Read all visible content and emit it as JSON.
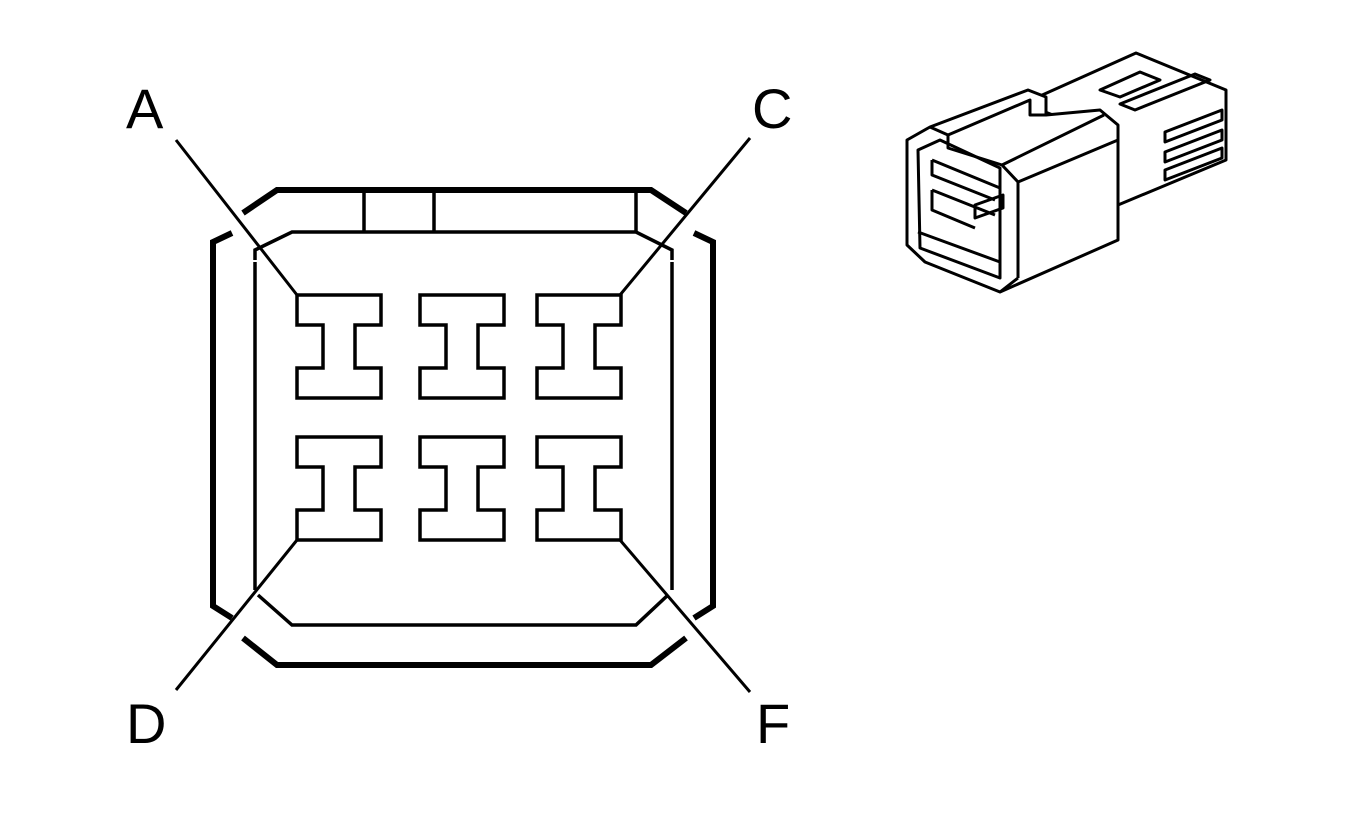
{
  "diagram": {
    "pin_labels": {
      "a": "A",
      "c": "C",
      "d": "D",
      "f": "F"
    },
    "pin_count": 6,
    "line_color": "#000000",
    "background_color": "#ffffff"
  }
}
